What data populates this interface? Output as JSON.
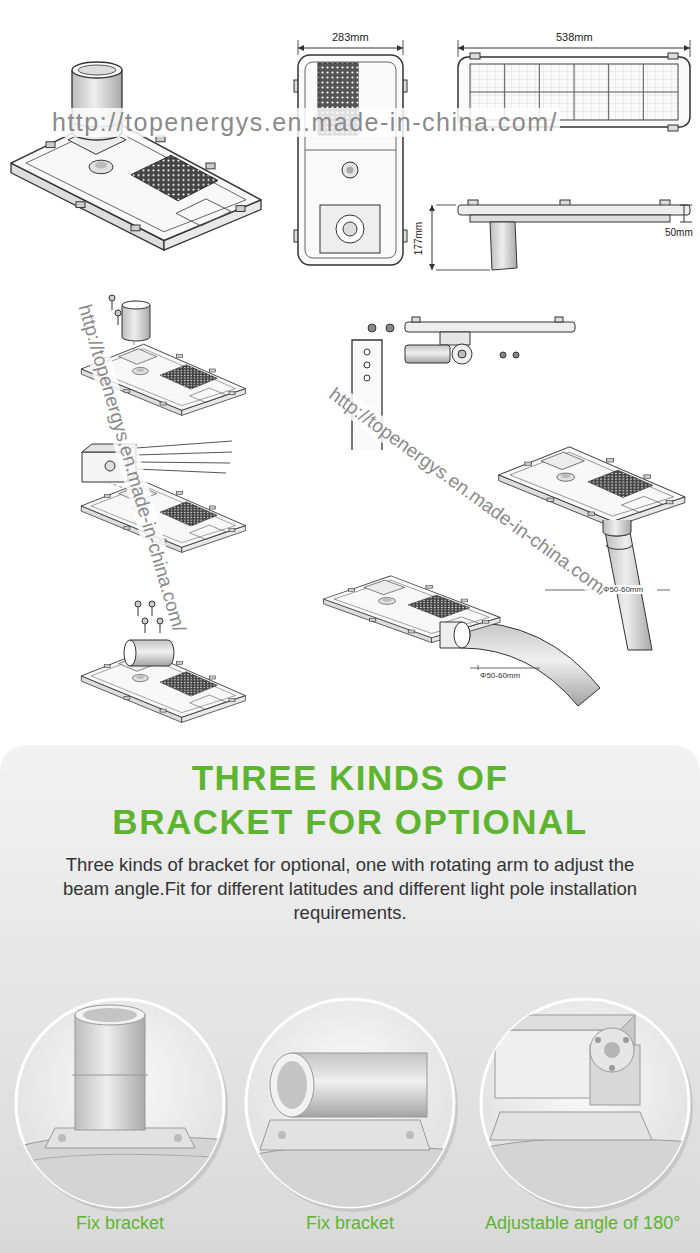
{
  "diagram": {
    "title": "THREE KINDS OF BRACKET FOR OPTIONAL",
    "labels": [
      "http://topenergys.en.made-in-china.com/",
      "283mm",
      "538mm",
      "177mm",
      "50mm",
      "http://topenergys.en.made-in-china.com/",
      "http://topenergys.en.made-in-china.com/",
      "Φ50-60mm",
      "Φ50-60mm",
      "Three kinds of bracket for optional, one with rotating arm to adjust the beam angle.Fit for different latitudes and different light pole installation requirements.",
      "Fix bracket",
      "Fix bracket",
      "Adjustable angle of 180°"
    ]
  }
}
